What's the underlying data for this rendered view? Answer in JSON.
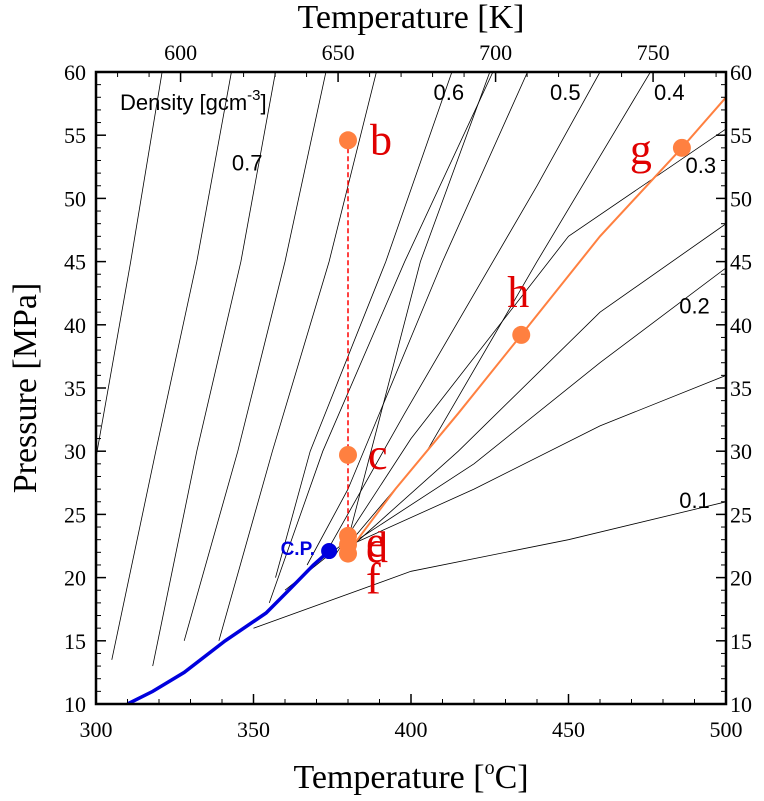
{
  "chart_data": {
    "type": "scatter",
    "title": "",
    "xlabel": "Temperature [°C]",
    "ylabel": "Pressure [MPa]",
    "top_xlabel": "Temperature [K]",
    "xlim": [
      300,
      500
    ],
    "ylim": [
      10,
      60
    ],
    "x_ticks": [
      "300",
      "350",
      "400",
      "450",
      "500"
    ],
    "y_ticks": [
      "10",
      "15",
      "20",
      "25",
      "30",
      "35",
      "40",
      "45",
      "50",
      "55",
      "60"
    ],
    "top_ticks": [
      {
        "label": "600",
        "kelvin": 600
      },
      {
        "label": "650",
        "kelvin": 650
      },
      {
        "label": "700",
        "kelvin": 700
      },
      {
        "label": "750",
        "kelvin": 750
      }
    ],
    "grid": false,
    "isochore_title": "Density [gcm-3]",
    "isochores": [
      {
        "density_label": "0.7",
        "points": [
          [
            305,
            13.5
          ],
          [
            319,
            30
          ],
          [
            332,
            45
          ],
          [
            343,
            60
          ]
        ],
        "label_at": [
          348,
          52.2
        ]
      },
      {
        "density_label": "0.6",
        "points": [
          [
            328,
            15
          ],
          [
            345,
            30
          ],
          [
            360,
            45
          ],
          [
            373,
            60
          ]
        ],
        "label_at": [
          412,
          57.8
        ]
      },
      {
        "density_label": "0.5",
        "points": [
          [
            357,
            20
          ],
          [
            368,
            30
          ],
          [
            392,
            45
          ],
          [
            413,
            60
          ]
        ],
        "label_at": [
          449,
          57.8
        ]
      },
      {
        "density_label": "0.4",
        "points": [
          [
            367,
            21
          ],
          [
            380,
            27
          ],
          [
            410,
            45
          ],
          [
            437,
            60
          ]
        ],
        "label_at": [
          482,
          57.8
        ]
      },
      {
        "density_label": "0.3",
        "points": [
          [
            378,
            22
          ],
          [
            405,
            30
          ],
          [
            440,
            45
          ],
          [
            476,
            60
          ]
        ],
        "label_at": [
          492,
          52.0
        ]
      },
      {
        "density_label": "0.2",
        "points": [
          [
            380,
            22.5
          ],
          [
            420,
            29
          ],
          [
            460,
            37
          ],
          [
            500,
            44.5
          ]
        ],
        "label_at": [
          490,
          40.9
        ]
      },
      {
        "density_label": "0.1",
        "points": [
          [
            350,
            16
          ],
          [
            400,
            20.5
          ],
          [
            450,
            23
          ],
          [
            500,
            26
          ]
        ],
        "label_at": [
          490,
          25.5
        ]
      }
    ],
    "extra_isochores": [
      [
        [
          300,
          29.5
        ],
        [
          311,
          45
        ],
        [
          321,
          60
        ]
      ],
      [
        [
          318,
          13
        ],
        [
          332,
          30
        ],
        [
          346,
          45
        ],
        [
          357,
          60
        ]
      ],
      [
        [
          339,
          15
        ],
        [
          356,
          30
        ],
        [
          374,
          45
        ],
        [
          389,
          60
        ]
      ],
      [
        [
          355,
          18
        ],
        [
          372,
          30
        ],
        [
          398,
          45
        ],
        [
          426,
          60
        ]
      ],
      [
        [
          360,
          19
        ],
        [
          380,
          23
        ],
        [
          403,
          45
        ],
        [
          425,
          60
        ]
      ],
      [
        [
          372,
          21.5
        ],
        [
          398,
          33
        ],
        [
          440,
          51
        ],
        [
          460,
          60
        ]
      ],
      [
        [
          376,
          21.8
        ],
        [
          400,
          31
        ],
        [
          450,
          47
        ],
        [
          500,
          55.5
        ]
      ],
      [
        [
          380,
          22.2
        ],
        [
          415,
          30
        ],
        [
          460,
          41
        ],
        [
          500,
          48
        ]
      ],
      [
        [
          380,
          22.5
        ],
        [
          420,
          27
        ],
        [
          460,
          32
        ],
        [
          500,
          36
        ]
      ]
    ],
    "saturation_curve": {
      "name": "",
      "color": "#0000dd",
      "points": [
        [
          310,
          10
        ],
        [
          318,
          11
        ],
        [
          328,
          12.5
        ],
        [
          341,
          15
        ],
        [
          354,
          17.2
        ],
        [
          362,
          19.2
        ],
        [
          369,
          21
        ],
        [
          374,
          22.1
        ]
      ]
    },
    "critical_point": {
      "label": "C.P.",
      "x": 374,
      "y": 22.1,
      "color": "#0000dd"
    },
    "isotherm_path": {
      "color": "#ff0000",
      "x": 380,
      "y_start": 54.6,
      "y_end": 22
    },
    "orange_path": {
      "color": "#ff8040",
      "points": [
        [
          380,
          22
        ],
        [
          395,
          27
        ],
        [
          415,
          33
        ],
        [
          435,
          39.2
        ],
        [
          460,
          47
        ],
        [
          486,
          54
        ],
        [
          500,
          58
        ]
      ]
    },
    "points": [
      {
        "label": "b",
        "x": 380,
        "y": 54.6
      },
      {
        "label": "c",
        "x": 380,
        "y": 29.7
      },
      {
        "label": "d",
        "x": 380,
        "y": 23.3
      },
      {
        "label": "e",
        "x": 380,
        "y": 22.6
      },
      {
        "label": "f",
        "x": 380,
        "y": 21.9
      },
      {
        "label": "g",
        "x": 486,
        "y": 54.0
      },
      {
        "label": "h",
        "x": 435,
        "y": 39.2
      }
    ],
    "point_color": "#ff8040",
    "label_color": "#e00000"
  }
}
